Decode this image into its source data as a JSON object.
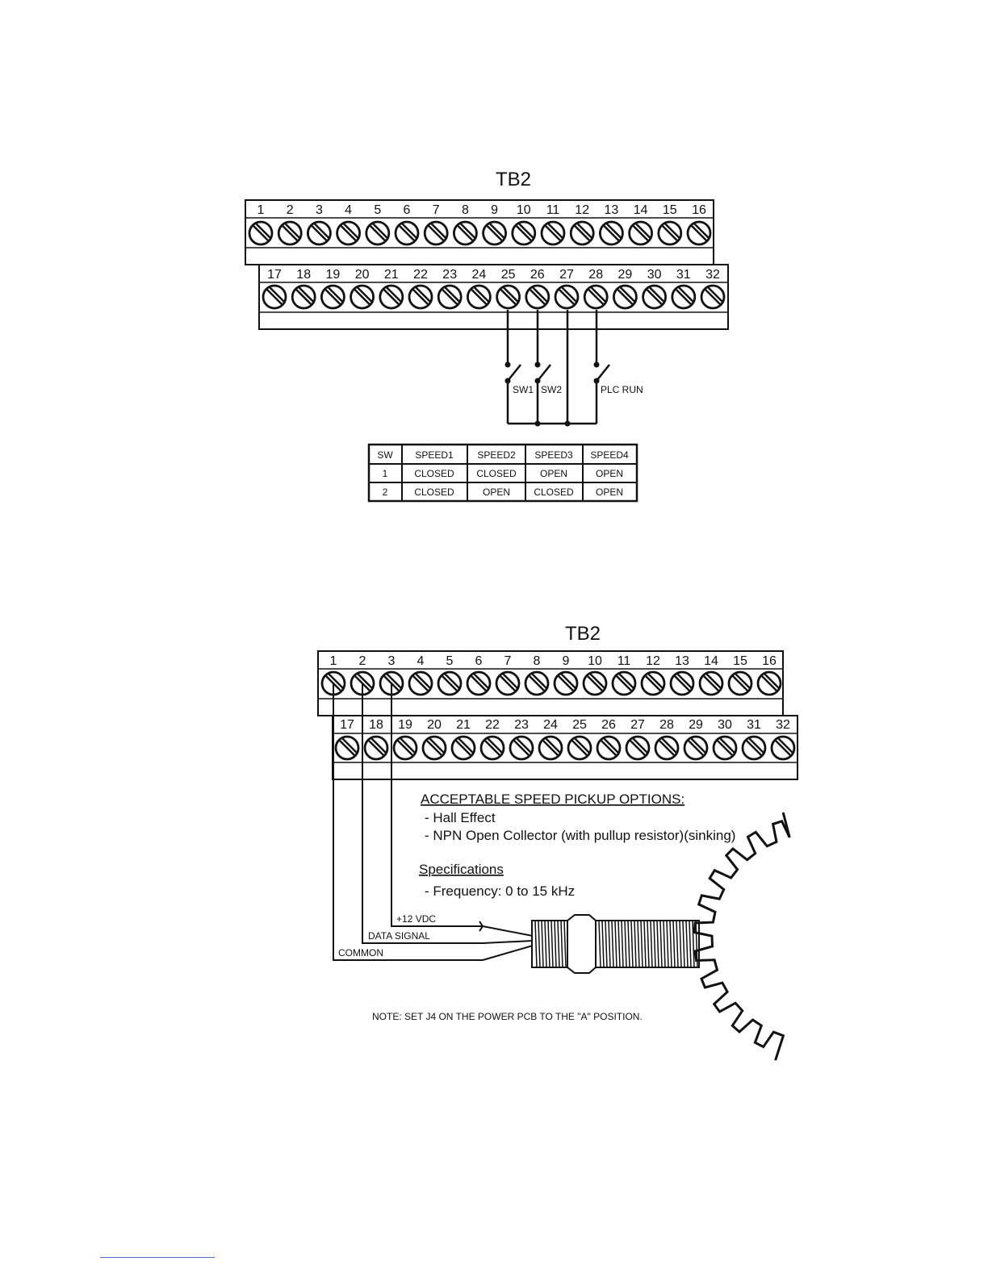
{
  "diagram1": {
    "title": "TB2",
    "top_row_terminals": [
      "1",
      "2",
      "3",
      "4",
      "5",
      "6",
      "7",
      "8",
      "9",
      "10",
      "11",
      "12",
      "13",
      "14",
      "15",
      "16"
    ],
    "bottom_row_terminals": [
      "17",
      "18",
      "19",
      "20",
      "21",
      "22",
      "23",
      "24",
      "25",
      "26",
      "27",
      "28",
      "29",
      "30",
      "31",
      "32"
    ],
    "switch_labels": [
      "SW1",
      "SW2",
      "PLC RUN"
    ],
    "speed_table": {
      "headers": [
        "SW",
        "SPEED1",
        "SPEED2",
        "SPEED3",
        "SPEED4"
      ],
      "rows": [
        [
          "1",
          "CLOSED",
          "CLOSED",
          "OPEN",
          "OPEN"
        ],
        [
          "2",
          "CLOSED",
          "OPEN",
          "CLOSED",
          "OPEN"
        ]
      ]
    }
  },
  "diagram2": {
    "title": "TB2",
    "top_row_terminals": [
      "1",
      "2",
      "3",
      "4",
      "5",
      "6",
      "7",
      "8",
      "9",
      "10",
      "11",
      "12",
      "13",
      "14",
      "15",
      "16"
    ],
    "bottom_row_terminals": [
      "17",
      "18",
      "19",
      "20",
      "21",
      "22",
      "23",
      "24",
      "25",
      "26",
      "27",
      "28",
      "29",
      "30",
      "31",
      "32"
    ],
    "pickup_heading": "ACCEPTABLE SPEED PICKUP OPTIONS:",
    "pickup_options": [
      "- Hall Effect",
      "- NPN Open Collector (with pullup resistor)(sinking)"
    ],
    "spec_heading": "Specifications",
    "spec_items": [
      "- Frequency: 0 to 15 kHz"
    ],
    "wire_labels": [
      "+12 VDC",
      "DATA SIGNAL",
      "COMMON"
    ],
    "note": "NOTE:  SET J4 ON THE POWER PCB TO THE \"A\" POSITION."
  }
}
